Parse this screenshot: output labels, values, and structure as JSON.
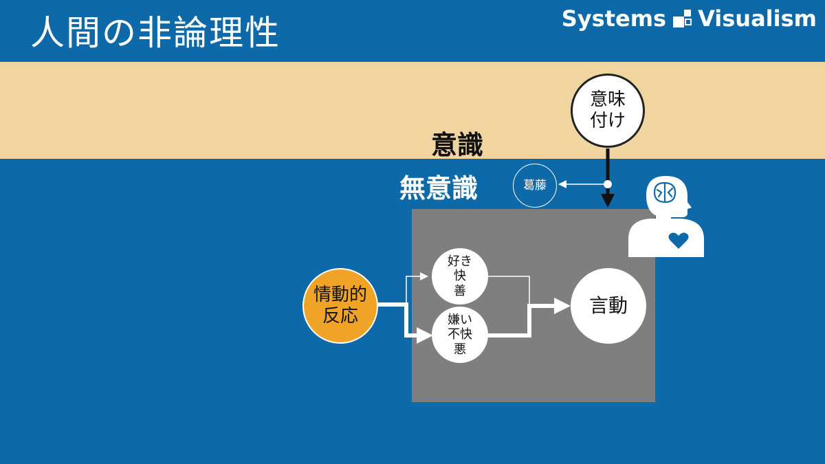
{
  "slide": {
    "title": "人間の非論理性",
    "brand_left": "Systems",
    "brand_right": "Visualism"
  },
  "zones": {
    "conscious": "意識",
    "unconscious": "無意識"
  },
  "nodes": {
    "meaning": "意味\n付け",
    "conflict": "葛藤",
    "emotion": "情動的\n反応",
    "like": "好き\n快\n善",
    "dislike": "嫌い\n不快\n悪",
    "action": "言動"
  },
  "icons": {
    "brand_logo": "puzzle-blocks-icon",
    "person": "person-with-brain-and-heart-icon"
  },
  "colors": {
    "background": "#0d69a8",
    "conscious_band": "#f1d5a1",
    "unconscious_box": "#7f7f7f",
    "emotion_node": "#f0a427",
    "white": "#ffffff"
  }
}
